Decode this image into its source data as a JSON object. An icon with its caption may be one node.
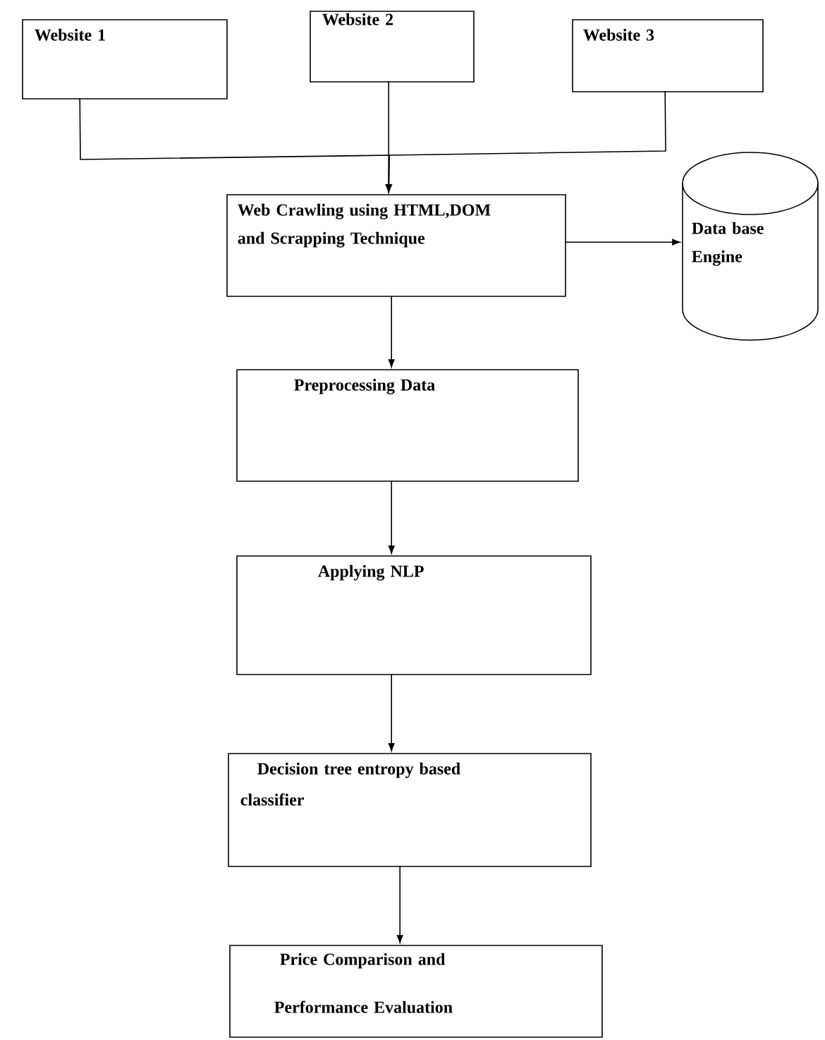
{
  "diagram": {
    "nodes": [
      {
        "text": [
          "Website 1"
        ]
      },
      {
        "text": [
          "Website 2"
        ]
      },
      {
        "text": [
          "Website 3"
        ]
      },
      {
        "text": [
          "Web Crawling using HTML,DOM and Scrapping Technique"
        ]
      },
      {
        "text": [
          "Data base Engine"
        ]
      },
      {
        "text": [
          "Preprocessing Data"
        ]
      },
      {
        "text": [
          "Applying NLP"
        ]
      },
      {
        "text": [
          "Decision tree entropy based classifier"
        ]
      },
      {
        "text": [
          "Price Comparison and Performance Evaluation"
        ]
      }
    ],
    "edges": [
      {
        "from": 0,
        "to": 3,
        "arrow": "to"
      },
      {
        "from": 1,
        "to": 3,
        "arrow": "to"
      },
      {
        "from": 2,
        "to": 3,
        "arrow": "to"
      },
      {
        "from": 3,
        "to": 4,
        "arrow": "to"
      },
      {
        "from": 3,
        "to": 5,
        "arrow": "to"
      },
      {
        "from": 5,
        "to": 6,
        "arrow": "to"
      },
      {
        "from": 6,
        "to": 7,
        "arrow": "to"
      },
      {
        "from": 7,
        "to": 8,
        "arrow": "to"
      }
    ]
  }
}
